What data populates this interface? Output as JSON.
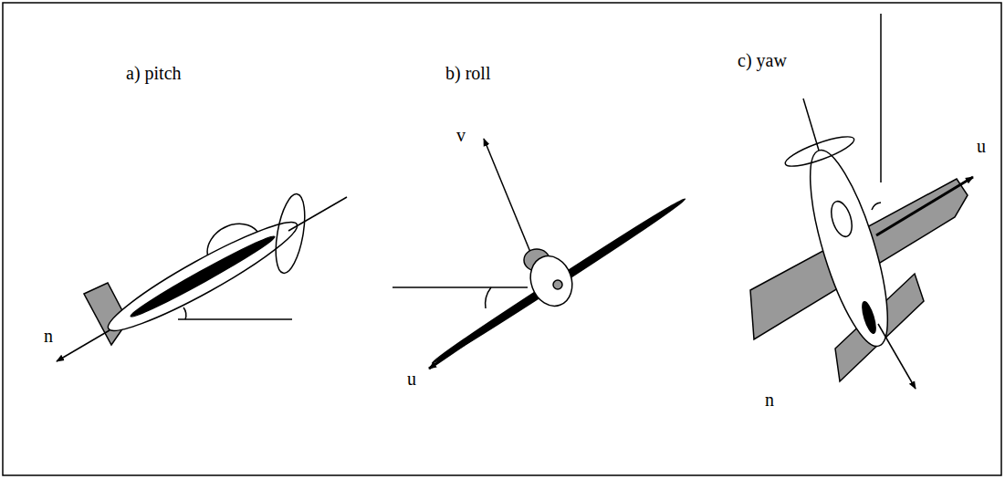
{
  "diagram": {
    "labels": [
      "a) pitch",
      "n",
      "b) roll",
      "v",
      "u",
      "c) yaw",
      "u",
      "n"
    ]
  }
}
